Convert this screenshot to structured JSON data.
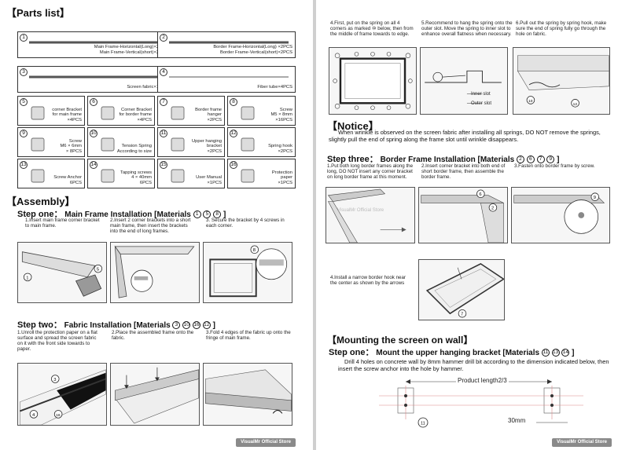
{
  "parts": {
    "title": "【Parts list】",
    "items": [
      {
        "num": "1",
        "label1": "Main Frame-Horizontal(Long)×2PCS",
        "label2": "Main Frame-Vertical(short)×2PCS"
      },
      {
        "num": "2",
        "label1": "Border Frame-Horizontal(Long) ×2PCS",
        "label2": "Border Frame-Vertical(short)×2PCS"
      },
      {
        "num": "3",
        "label1": "Screen fabric×1PCS",
        "label2": ""
      },
      {
        "num": "4",
        "label1": "Fiber tube×4PCS",
        "label2": ""
      },
      {
        "num": "5",
        "label1": "corner Bracket",
        "label2": "for main frame",
        "label3": "×4PCS"
      },
      {
        "num": "6",
        "label1": "Corner Bracket",
        "label2": "for border frame",
        "label3": "×4PCS"
      },
      {
        "num": "7",
        "label1": "Border frame",
        "label2": "hanger",
        "label3": "×2PCS"
      },
      {
        "num": "8",
        "label1": "Screw",
        "label2": "M5 × 8mm",
        "label3": "×16PCS"
      },
      {
        "num": "9",
        "label1": "Screw",
        "label2": "M6 × 6mm",
        "label3": "× 8PCS"
      },
      {
        "num": "10",
        "label1": "Tension Spring",
        "label2": "According to size",
        "label3": ""
      },
      {
        "num": "11",
        "label1": "Upper hanging",
        "label2": "bracket",
        "label3": "×2PCS"
      },
      {
        "num": "12",
        "label1": "Spring hook",
        "label2": "×2PCS",
        "label3": ""
      },
      {
        "num": "13",
        "label1": "Screw Anchor",
        "label2": "6PCS",
        "label3": ""
      },
      {
        "num": "14",
        "label1": "Tapping screws",
        "label2": "4 × 40mm",
        "label3": "6PCS"
      },
      {
        "num": "15",
        "label1": "User Manual",
        "label2": "×1PCS",
        "label3": ""
      },
      {
        "num": "16",
        "label1": "Protection",
        "label2": "paper",
        "label3": "×1PCS"
      }
    ]
  },
  "assembly": {
    "title": "【Assembly】",
    "step1": {
      "prefix": "Step one：",
      "title": "Main Frame Installation",
      "materials": "[Materials",
      "mats": [
        "1",
        "5",
        "8"
      ],
      "close": "]",
      "t1": "1.Insert main frame corner bracket to main frame.",
      "t2": "2.Insert 2 corner brackets into a short main frame, then insert the brackets into the end of long frames.",
      "t3": "3. Secure the bracket by 4 screws in each corner."
    },
    "step2": {
      "prefix": "Step two：",
      "title": "Fabric Installation",
      "materials": "[Materials",
      "mats": [
        "3",
        "10",
        "16",
        "12"
      ],
      "close": "]",
      "t1": "1.Unroll the protection paper on a flat surface and spread the screen fabric on it with the front side towards to paper.",
      "t2": "2.Place the assembled frame onto the fabric.",
      "t3": "3.Fold 4 edges of the fabric up onto the fringe of main frame."
    },
    "footer": "VisualMr Official Store"
  },
  "right": {
    "t4": "4.First, put on the spring on all 4 corners as marked ⑩ below, then from the middle of frame towards to edge.",
    "t5": "5.Recommend to hang the spring onto the outer slot. Move the spring to inner slot to enhance overall flatness when necessary.",
    "t6": "6.Pull out the spring by spring hook, make sure the end of spring fully go through the hole on fabric.",
    "inner_slot": "Inner slot",
    "outer_slot": "Outer slot",
    "notice_title": "【Notice】",
    "notice_text": "When wrinkle is observed on the screen fabric after installing all springs, DO NOT remove the springs, slightly pull the end of spring along the frame slot until wrinkle disappears.",
    "step3": {
      "prefix": "Step three：",
      "title": "Border Frame Installation",
      "materials": "[Materials",
      "mats": [
        "2",
        "6",
        "7",
        "9"
      ],
      "close": "]",
      "t1": "1.Put both long border frames along the long, DO NOT insert any corner bracket on long border frame at this moment.",
      "t2": "2.Insert corner bracket into both end of short border frame, then assemble the border frame.",
      "t3": "3.Fasten onto border frame by screw.",
      "t4": "4.Install a narrow border hook near the center as shown by the arrows"
    },
    "wall_title": "【Mounting the screen on wall】",
    "wall_step": {
      "prefix": "Step one：",
      "title": "Mount the upper hanging bracket",
      "materials": "[Materials",
      "mats": [
        "11",
        "13",
        "14"
      ],
      "close": "]",
      "text": "Drill 4 holes on concrete wall by 8mm hammer drill bit according to the dimension indicated below, then insert the screw anchor into the hole by hammer."
    },
    "product_length": "Product length2/3",
    "dim_30": "30mm",
    "watermark": "VisualMr Official Store",
    "footer": "VisualMr Official Store"
  }
}
